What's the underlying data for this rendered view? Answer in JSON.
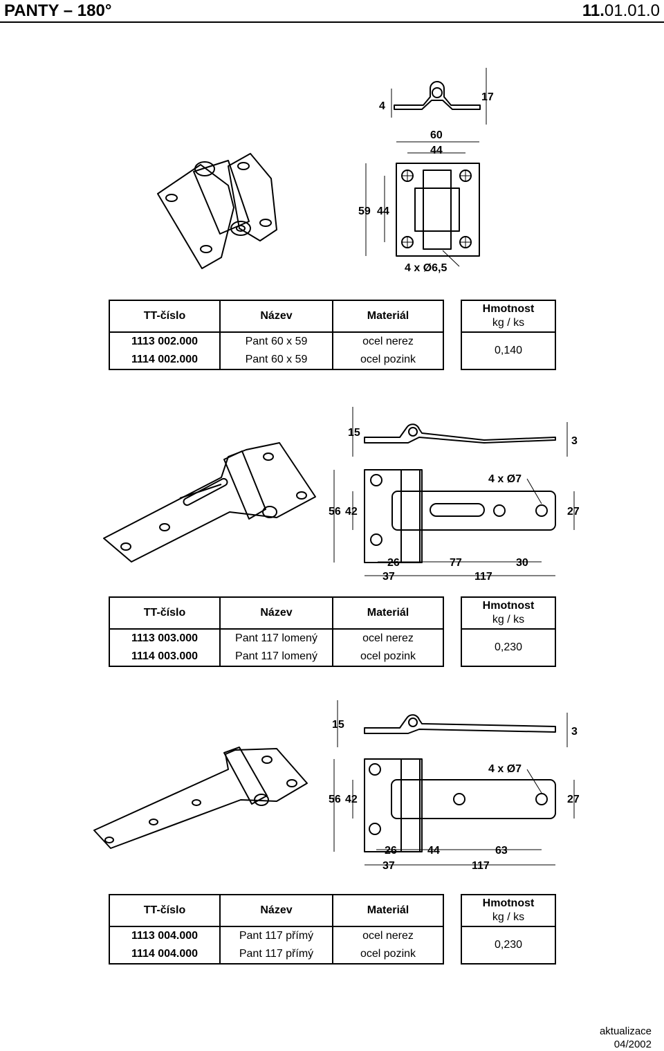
{
  "header": {
    "title": "PANTY – 180°",
    "code_bold": "11.",
    "code_rest": "01.01.0"
  },
  "table_labels": {
    "tt": "TT-číslo",
    "name": "Název",
    "material": "Materiál",
    "weight": "Hmotnost",
    "weight_unit": "kg / ks"
  },
  "products": [
    {
      "dims": {
        "top_thick": "4",
        "top_h": "17",
        "w_outer": "60",
        "w_inner": "44",
        "h_outer": "59",
        "h_inner": "44",
        "holes": "4 x Ø6,5"
      },
      "rows": [
        {
          "tt": "1113 002.000",
          "name": "Pant 60 x 59",
          "material": "ocel nerez"
        },
        {
          "tt": "1114 002.000",
          "name": "Pant 60 x 59",
          "material": "ocel pozink"
        }
      ],
      "weight": "0,140"
    },
    {
      "dims": {
        "top_left": "15",
        "top_right": "3",
        "holes": "4 x Ø7",
        "h_outer": "56",
        "h_inner": "42",
        "h_right": "27",
        "d26": "26",
        "d77": "77",
        "d30": "30",
        "d37": "37",
        "d117": "117"
      },
      "rows": [
        {
          "tt": "1113 003.000",
          "name": "Pant 117 lomený",
          "material": "ocel nerez"
        },
        {
          "tt": "1114 003.000",
          "name": "Pant 117 lomený",
          "material": "ocel pozink"
        }
      ],
      "weight": "0,230"
    },
    {
      "dims": {
        "top_left": "15",
        "top_right": "3",
        "holes": "4 x Ø7",
        "h_outer": "56",
        "h_inner": "42",
        "h_right": "27",
        "d26": "26",
        "d44": "44",
        "d63": "63",
        "d37": "37",
        "d117": "117"
      },
      "rows": [
        {
          "tt": "1113 004.000",
          "name": "Pant 117 přímý",
          "material": "ocel nerez"
        },
        {
          "tt": "1114 004.000",
          "name": "Pant 117 přímý",
          "material": "ocel pozink"
        }
      ],
      "weight": "0,230"
    }
  ],
  "footer": {
    "line1": "aktualizace",
    "line2": "04/2002"
  }
}
